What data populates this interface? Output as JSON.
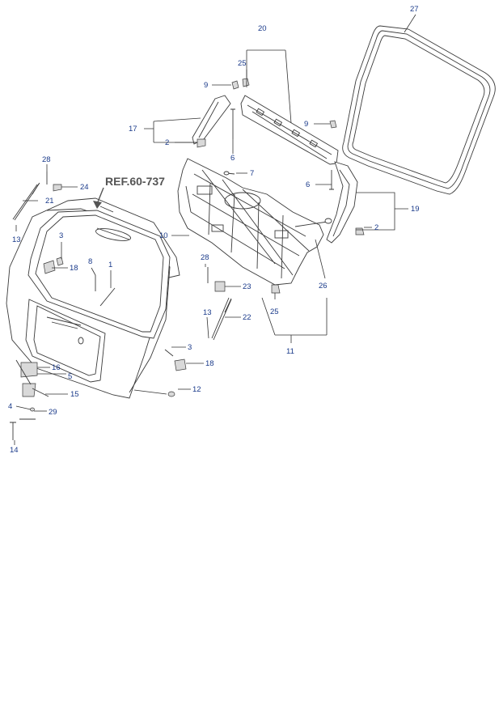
{
  "reference": {
    "text": "REF.60-737"
  },
  "callouts": [
    {
      "id": "27",
      "text": "27"
    },
    {
      "id": "20",
      "text": "20"
    },
    {
      "id": "25a",
      "text": "25"
    },
    {
      "id": "9a",
      "text": "9"
    },
    {
      "id": "9b",
      "text": "9"
    },
    {
      "id": "17",
      "text": "17"
    },
    {
      "id": "2a",
      "text": "2"
    },
    {
      "id": "6a",
      "text": "6"
    },
    {
      "id": "6b",
      "text": "6"
    },
    {
      "id": "28a",
      "text": "28"
    },
    {
      "id": "7",
      "text": "7"
    },
    {
      "id": "24",
      "text": "24"
    },
    {
      "id": "21",
      "text": "21"
    },
    {
      "id": "19",
      "text": "19"
    },
    {
      "id": "13a",
      "text": "13"
    },
    {
      "id": "10",
      "text": "10"
    },
    {
      "id": "2b",
      "text": "2"
    },
    {
      "id": "3a",
      "text": "3"
    },
    {
      "id": "18a",
      "text": "18"
    },
    {
      "id": "8",
      "text": "8"
    },
    {
      "id": "1",
      "text": "1"
    },
    {
      "id": "28b",
      "text": "28"
    },
    {
      "id": "23",
      "text": "23"
    },
    {
      "id": "26",
      "text": "26"
    },
    {
      "id": "25b",
      "text": "25"
    },
    {
      "id": "13b",
      "text": "13"
    },
    {
      "id": "22",
      "text": "22"
    },
    {
      "id": "11",
      "text": "11"
    },
    {
      "id": "3b",
      "text": "3"
    },
    {
      "id": "18b",
      "text": "18"
    },
    {
      "id": "16",
      "text": "16"
    },
    {
      "id": "5",
      "text": "5"
    },
    {
      "id": "15",
      "text": "15"
    },
    {
      "id": "12",
      "text": "12"
    },
    {
      "id": "4",
      "text": "4"
    },
    {
      "id": "29",
      "text": "29"
    },
    {
      "id": "14",
      "text": "14"
    }
  ]
}
